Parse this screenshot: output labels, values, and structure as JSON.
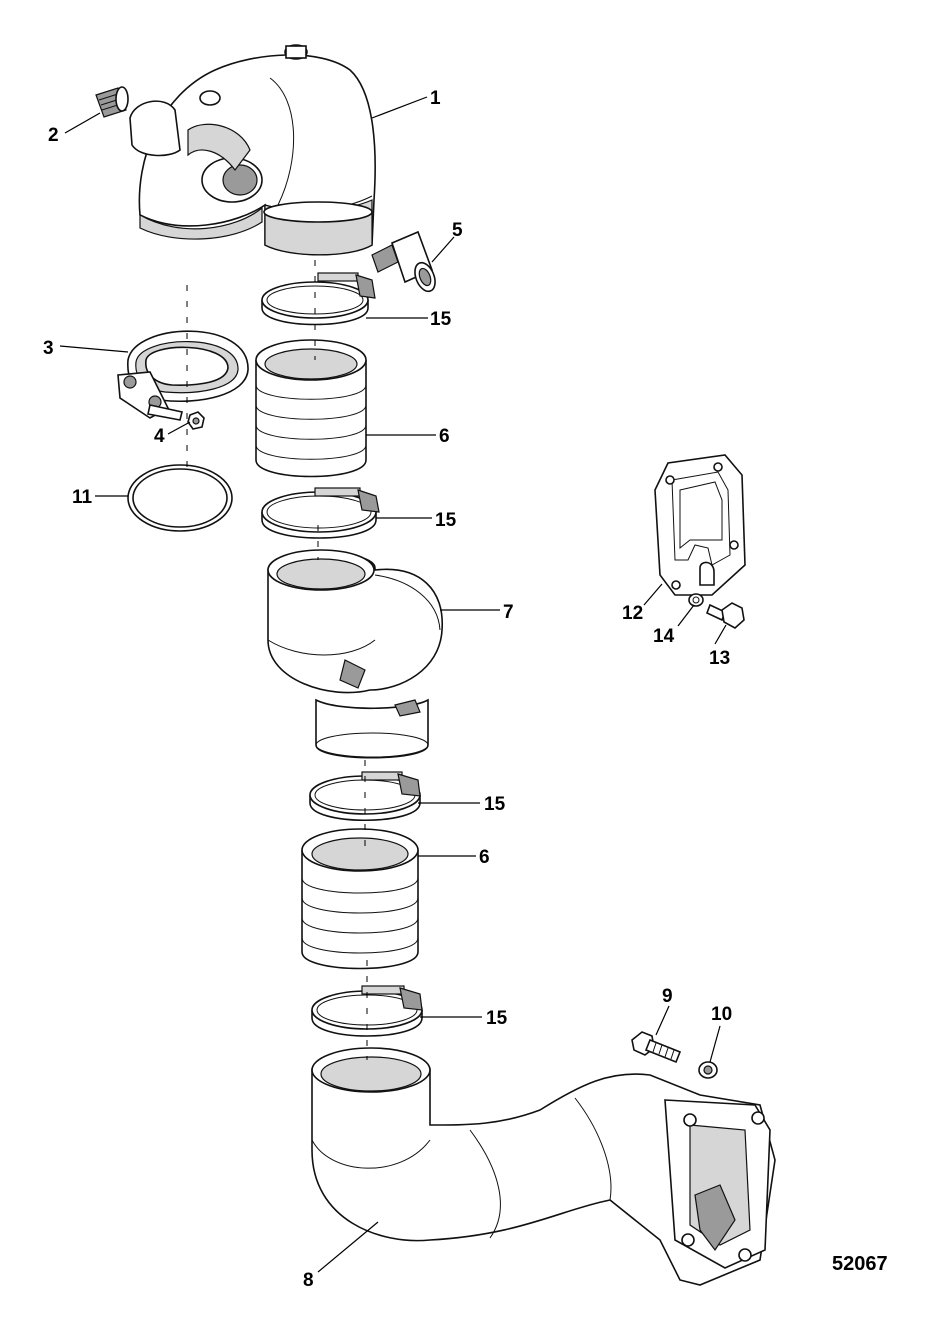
{
  "figure_number": "52067",
  "callouts": {
    "c1": "1",
    "c2": "2",
    "c3": "3",
    "c4": "4",
    "c5": "5",
    "c6a": "6",
    "c6b": "6",
    "c7": "7",
    "c8": "8",
    "c9": "9",
    "c10": "10",
    "c11": "11",
    "c12": "12",
    "c13": "13",
    "c14": "14",
    "c15a": "15",
    "c15b": "15",
    "c15c": "15",
    "c15d": "15"
  }
}
